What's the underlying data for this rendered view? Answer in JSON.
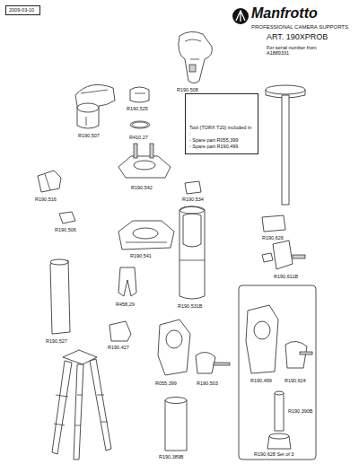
{
  "diagram": {
    "nodes": [
      {
        "text": [
          "2009-03-10"
        ]
      },
      {
        "text": [
          "Tool (TORX T20) included in :",
          "- Spare part R055,399",
          "- Spare part R190,499"
        ]
      }
    ],
    "labels": [
      "Manfrotto",
      "PROFESSIONAL CAMERA SUPPORTS",
      "ART. 190XPROB",
      "For serial number from A1889331",
      "R190,508",
      "R190,525",
      "R190,507",
      "R410,27",
      "R190,542",
      "R190,534",
      "R190,516",
      "R190,506",
      "R190,541",
      "R458,29",
      "R190,531B",
      "R190,527",
      "R190,427",
      "R055,399",
      "R190,503",
      "R190,389B",
      "R190,626",
      "R190,611B",
      "R190,499",
      "R190,624",
      "R190,390B",
      "R190,628 Set of 3"
    ]
  }
}
